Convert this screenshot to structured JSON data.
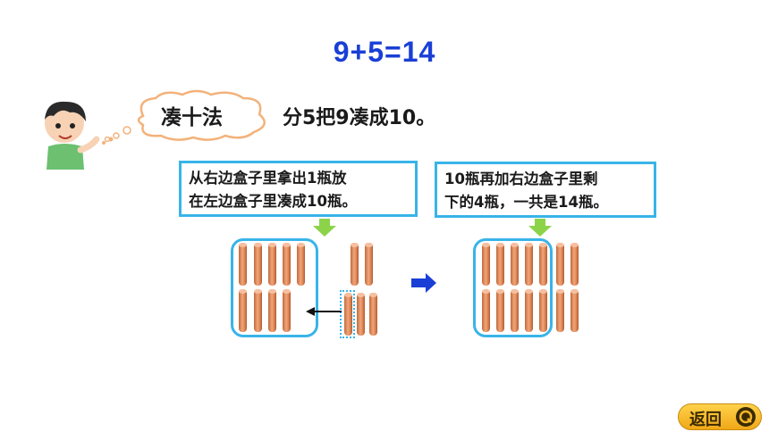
{
  "equation": "9+5=14",
  "cloud_label": "凑十法",
  "method_text": "分5把9凑成10。",
  "note_left": {
    "line1": "从右边盒子里拿出1瓶放",
    "line2": "在左边盒子里凑成10瓶。"
  },
  "note_right": {
    "line1": "10瓶再加右边盒子里剩",
    "line2": "下的4瓶，一共是14瓶。"
  },
  "back_button": {
    "label": "返回"
  },
  "colors": {
    "accent_blue": "#1a3fd6",
    "box_border": "#38b4e8",
    "arrow_green": "#8cd34a",
    "rod": "#e08a5a",
    "button": "#f5b52a"
  },
  "icons": [
    "boy-character-icon",
    "thought-cloud-icon",
    "green-down-arrow-icon",
    "black-left-arrow-icon",
    "blue-right-arrow-icon",
    "return-icon"
  ]
}
